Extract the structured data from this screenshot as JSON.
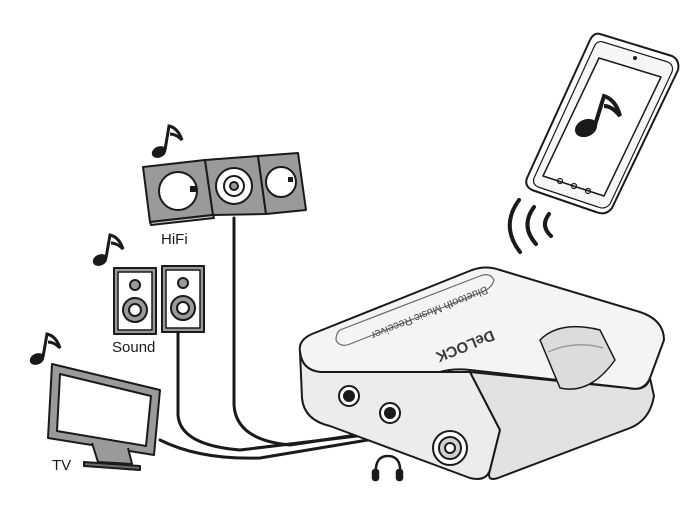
{
  "labels": {
    "hifi": "HiFi",
    "sound": "Sound",
    "tv": "TV"
  },
  "device": {
    "brand": "DeLOCK",
    "product": "Bluetooth Music Receiver"
  },
  "icons": [
    "music-note-icon",
    "bluetooth-wave-icon",
    "headphones-icon"
  ],
  "colors": {
    "line": "#1a1a1a",
    "device_shell": "#f4f4f4",
    "grey_panel": "#9a9a9a"
  }
}
